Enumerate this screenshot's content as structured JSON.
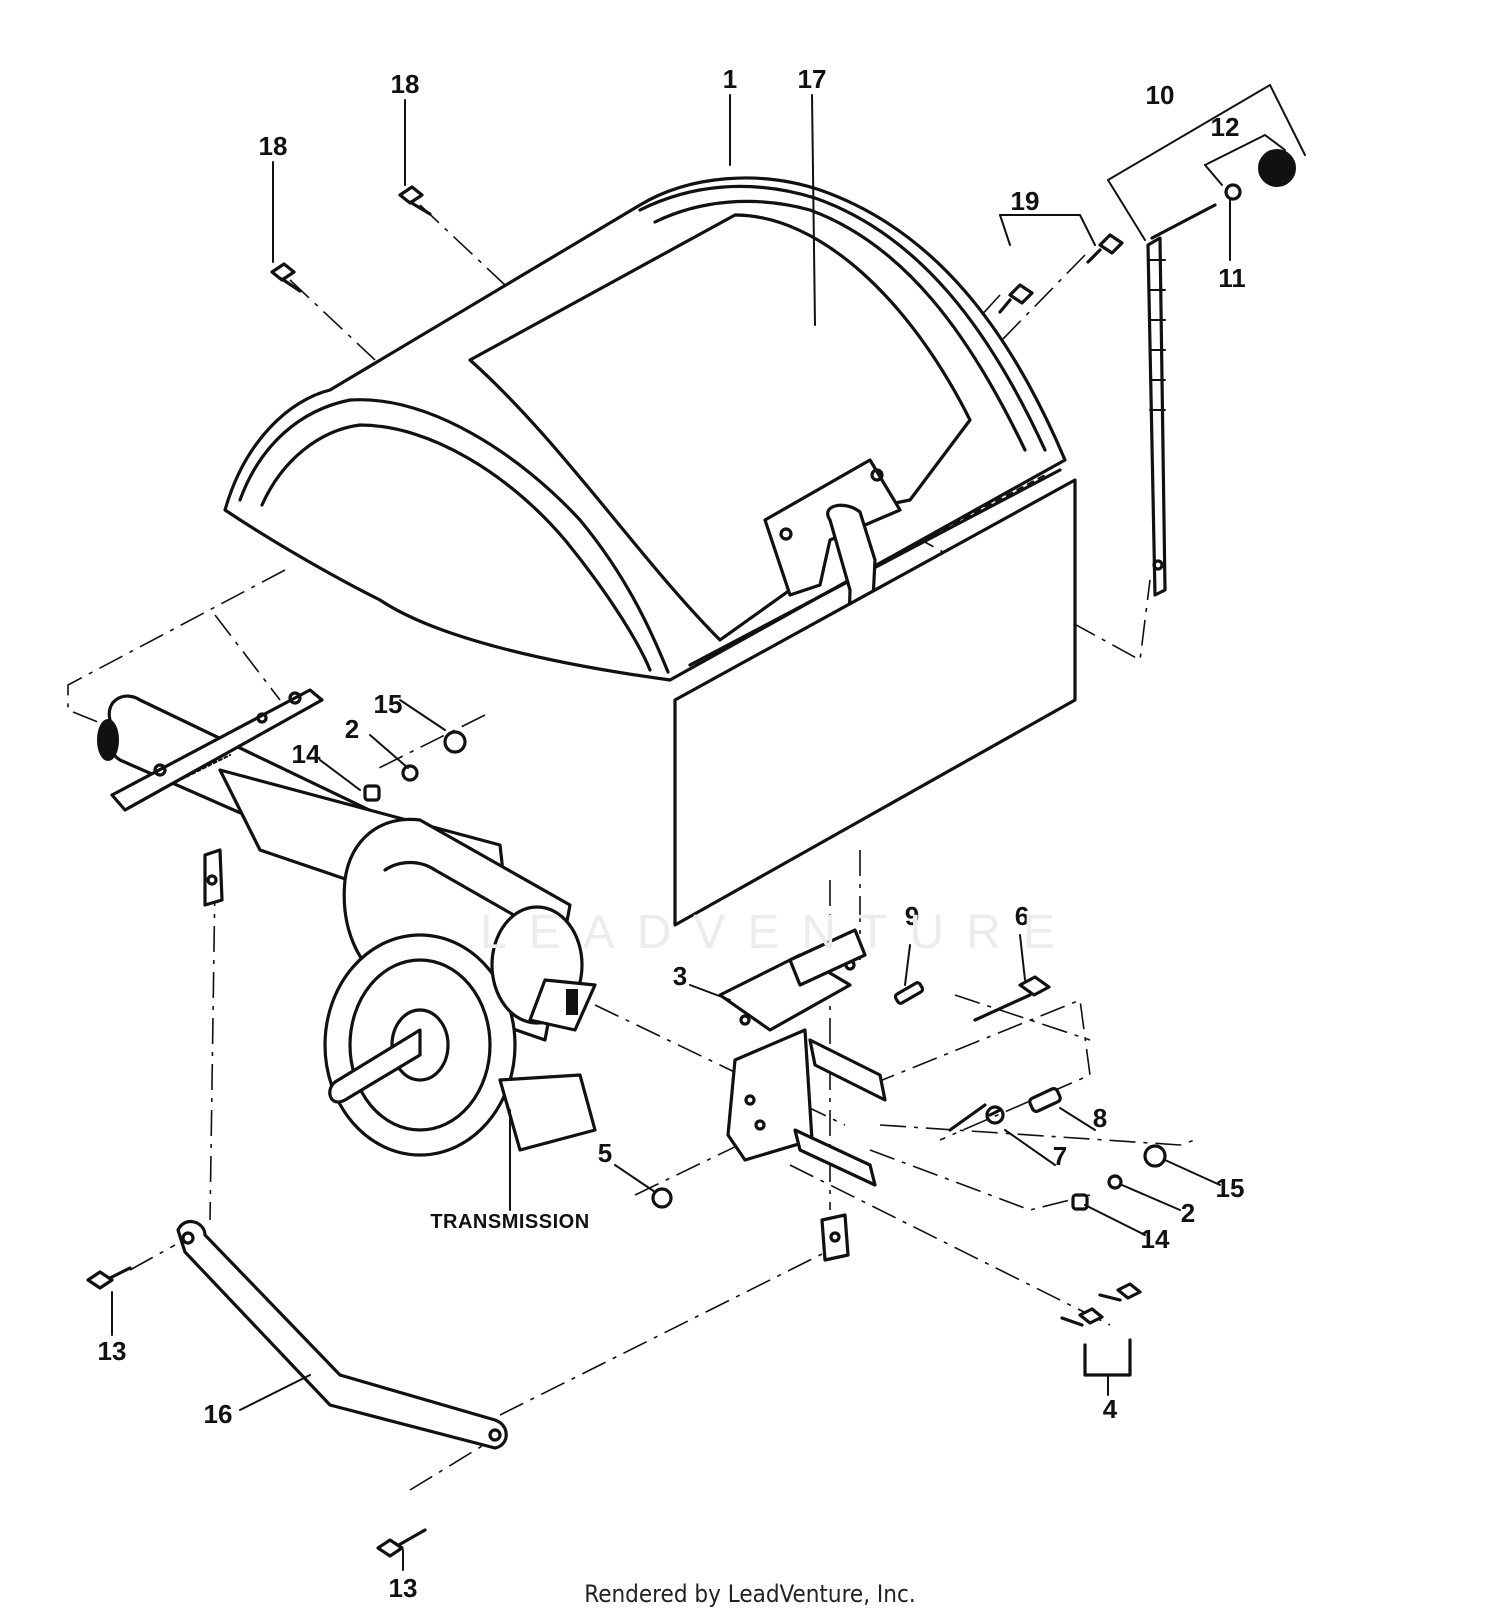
{
  "callouts": [
    {
      "id": "c1",
      "label": "1"
    },
    {
      "id": "c17",
      "label": "17"
    },
    {
      "id": "c18a",
      "label": "18"
    },
    {
      "id": "c18b",
      "label": "18"
    },
    {
      "id": "c19",
      "label": "19"
    },
    {
      "id": "c10",
      "label": "10"
    },
    {
      "id": "c12",
      "label": "12"
    },
    {
      "id": "c11",
      "label": "11"
    },
    {
      "id": "c15a",
      "label": "15"
    },
    {
      "id": "c2a",
      "label": "2"
    },
    {
      "id": "c14a",
      "label": "14"
    },
    {
      "id": "c9",
      "label": "9"
    },
    {
      "id": "c6",
      "label": "6"
    },
    {
      "id": "c3",
      "label": "3"
    },
    {
      "id": "c8",
      "label": "8"
    },
    {
      "id": "c7",
      "label": "7"
    },
    {
      "id": "c5",
      "label": "5"
    },
    {
      "id": "c15b",
      "label": "15"
    },
    {
      "id": "c2b",
      "label": "2"
    },
    {
      "id": "c14b",
      "label": "14"
    },
    {
      "id": "c13a",
      "label": "13"
    },
    {
      "id": "c4",
      "label": "4"
    },
    {
      "id": "c16",
      "label": "16"
    },
    {
      "id": "c13b",
      "label": "13"
    }
  ],
  "transmission_label": "TRANSMISSION",
  "watermark": "LEADVENTURE",
  "footer": "Rendered by LeadVenture, Inc.",
  "colors": {
    "ink": "#111111",
    "paper": "#ffffff",
    "watermark": "#ececec"
  }
}
